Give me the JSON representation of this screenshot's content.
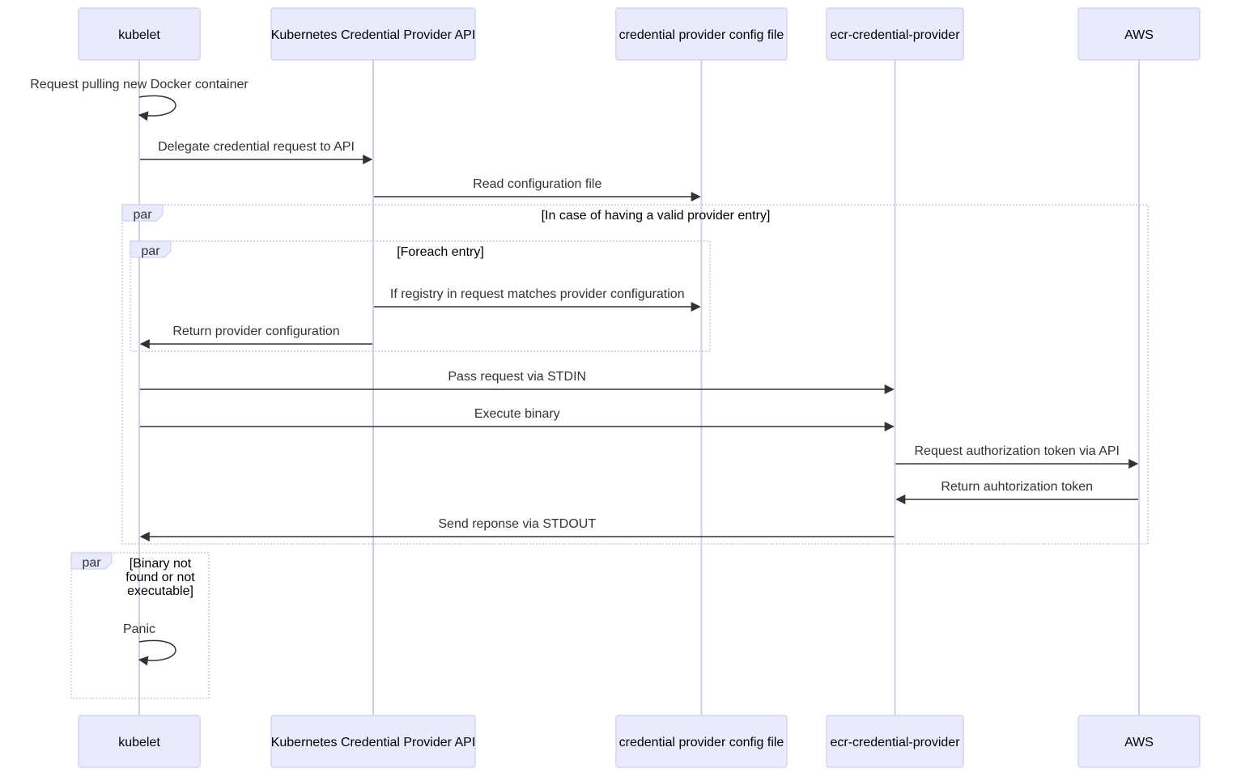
{
  "actors": [
    {
      "id": "kubelet",
      "label": "kubelet"
    },
    {
      "id": "api",
      "label": "Kubernetes Credential Provider API"
    },
    {
      "id": "config",
      "label": "credential provider config file"
    },
    {
      "id": "ecr",
      "label": "ecr-credential-provider"
    },
    {
      "id": "aws",
      "label": "AWS"
    }
  ],
  "messages": [
    {
      "from": "kubelet",
      "to": "kubelet",
      "text": "Request pulling new Docker container"
    },
    {
      "from": "kubelet",
      "to": "api",
      "text": "Delegate credential request to API"
    },
    {
      "from": "api",
      "to": "config",
      "text": "Read configuration file"
    },
    {
      "from": "api",
      "to": "config",
      "text": "If registry in request matches provider configuration"
    },
    {
      "from": "api",
      "to": "kubelet",
      "text": "Return provider configuration"
    },
    {
      "from": "kubelet",
      "to": "ecr",
      "text": "Pass request via STDIN"
    },
    {
      "from": "kubelet",
      "to": "ecr",
      "text": "Execute binary"
    },
    {
      "from": "ecr",
      "to": "aws",
      "text": "Request authorization token via API"
    },
    {
      "from": "aws",
      "to": "ecr",
      "text": "Return auhtorization token"
    },
    {
      "from": "ecr",
      "to": "kubelet",
      "text": "Send reponse via STDOUT"
    },
    {
      "from": "kubelet",
      "to": "kubelet",
      "text": "Panic"
    }
  ],
  "frames": [
    {
      "label": "par",
      "condition": [
        "[In case of having a valid provider entry]"
      ]
    },
    {
      "label": "par",
      "condition": [
        "[Foreach entry]"
      ]
    },
    {
      "label": "par",
      "condition": [
        "[Binary not",
        "found or not",
        "executable]"
      ]
    }
  ]
}
